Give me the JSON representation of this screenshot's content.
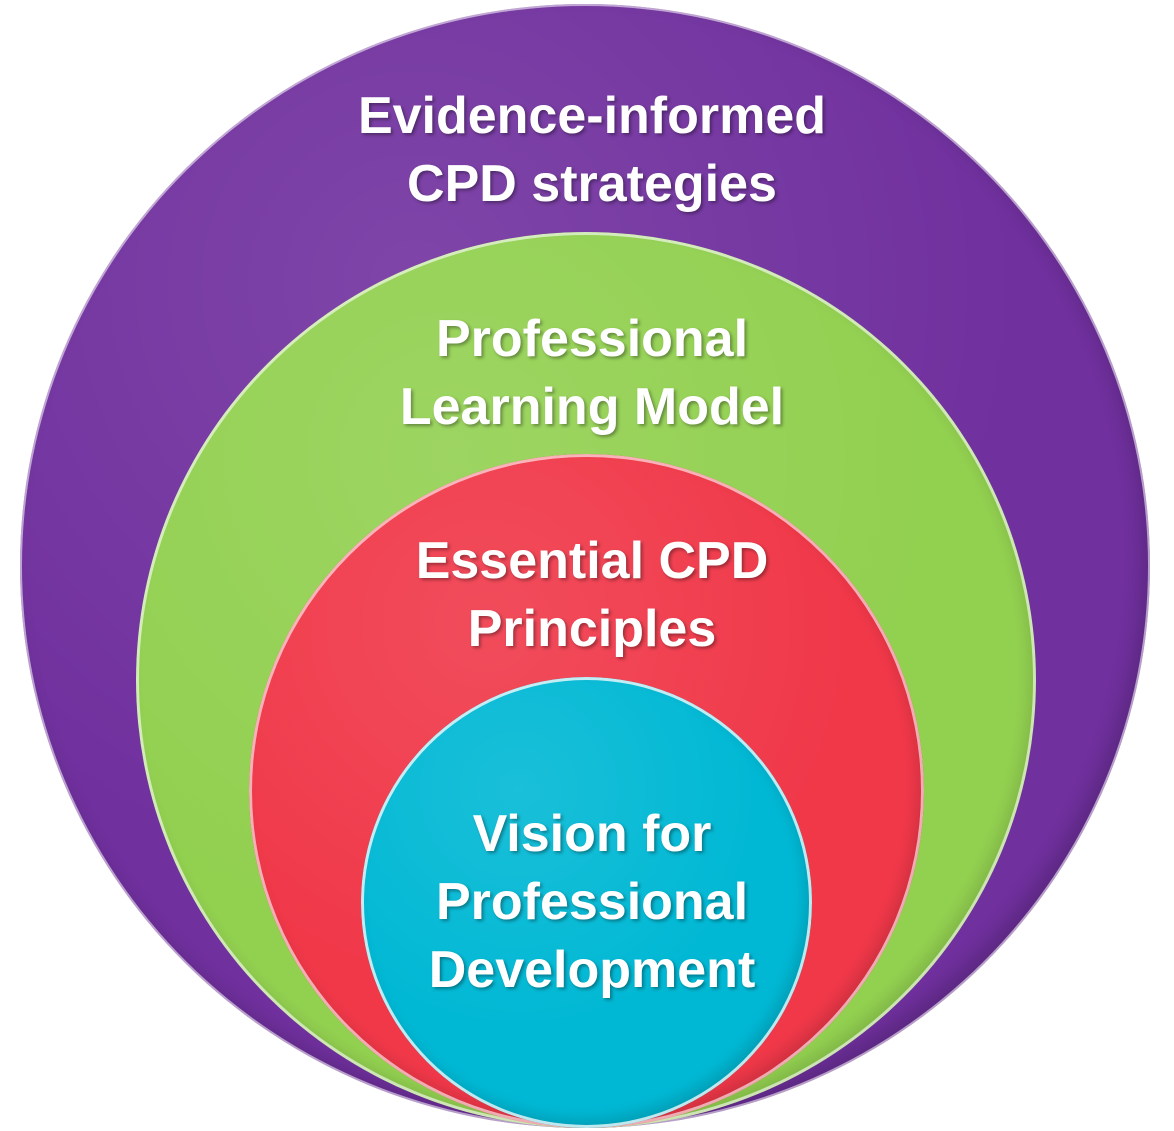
{
  "diagram": {
    "layers": [
      {
        "key": "outer",
        "label": "Evidence-informed\nCPD strategies",
        "color": "#70309e"
      },
      {
        "key": "second",
        "label": "Professional\nLearning Model",
        "color": "#92d050"
      },
      {
        "key": "third",
        "label": "Essential CPD\nPrinciples",
        "color": "#f03849"
      },
      {
        "key": "inner",
        "label": "Vision for\nProfessional\nDevelopment",
        "color": "#00b8d4"
      }
    ]
  }
}
